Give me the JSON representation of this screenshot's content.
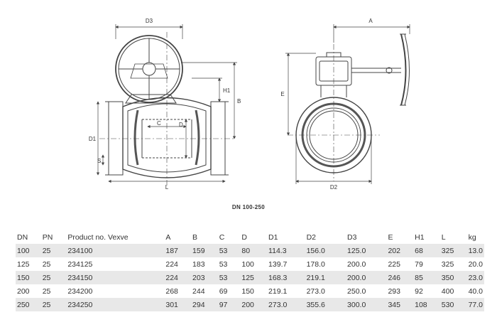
{
  "drawing": {
    "labels": {
      "d3": "D3",
      "h1": "H1",
      "b": "B",
      "c": "C",
      "d": "D",
      "d1": "D1",
      "s": "S",
      "l": "L",
      "a": "A",
      "e": "E",
      "d2": "D2"
    }
  },
  "caption": "DN 100-250",
  "table": {
    "headers": [
      "DN",
      "PN",
      "Product no. Vexve",
      "A",
      "B",
      "C",
      "D",
      "D1",
      "D2",
      "D3",
      "E",
      "H1",
      "L",
      "kg"
    ],
    "rows": [
      [
        "100",
        "25",
        "234100",
        "187",
        "159",
        "53",
        "80",
        "114.3",
        "156.0",
        "125.0",
        "202",
        "68",
        "325",
        "13.0"
      ],
      [
        "125",
        "25",
        "234125",
        "224",
        "183",
        "53",
        "100",
        "139.7",
        "178.0",
        "200.0",
        "225",
        "79",
        "325",
        "20.0"
      ],
      [
        "150",
        "25",
        "234150",
        "224",
        "203",
        "53",
        "125",
        "168.3",
        "219.1",
        "200.0",
        "246",
        "85",
        "350",
        "23.0"
      ],
      [
        "200",
        "25",
        "234200",
        "268",
        "244",
        "69",
        "150",
        "219.1",
        "273.0",
        "250.0",
        "293",
        "92",
        "400",
        "40.0"
      ],
      [
        "250",
        "25",
        "234250",
        "301",
        "294",
        "97",
        "200",
        "273.0",
        "355.6",
        "300.0",
        "345",
        "108",
        "530",
        "77.0"
      ]
    ]
  }
}
